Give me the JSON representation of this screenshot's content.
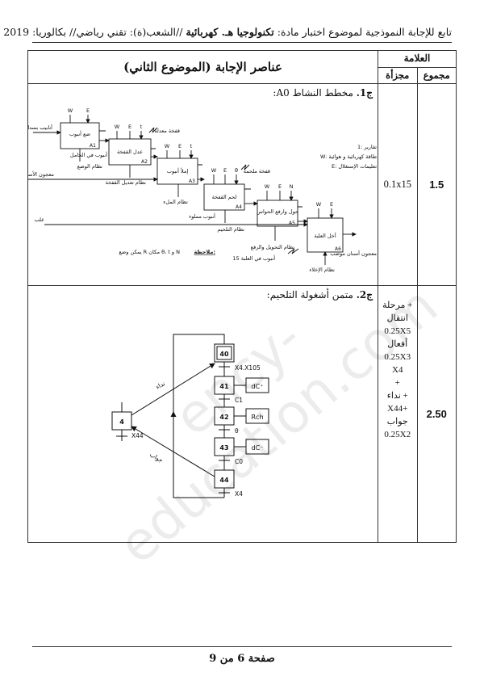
{
  "header": {
    "prefix": "تابع للإجابة النموذجية لموضوع اختبار مادة:",
    "subject": "تكنولوجيا هـ. كهربائية",
    "branch": "//الشعب(ة): تقني رياضي// بكالوريا: 2019"
  },
  "table": {
    "marks_header": "العلامة",
    "col_partial": "مجزأة",
    "col_total": "مجموع",
    "answer_header": "عناصر الإجابة (الموضوع الثاني)"
  },
  "row1": {
    "total": "1.5",
    "partial": "0.1x15",
    "question_num": "ج1.",
    "question_text": "مخطط النشاط A0:",
    "diagram": {
      "blocks": [
        {
          "label": "ضع أنبوب",
          "id": "A1"
        },
        {
          "label": "عدل القفخة",
          "id": "A2"
        },
        {
          "label": "إملأ أنبوب",
          "id": "A3"
        },
        {
          "label": "لحم القفخة",
          "id": "A4"
        },
        {
          "label": "حول وارفع الحواس",
          "id": "A5"
        },
        {
          "label": "أخل العلبة",
          "id": "A6"
        }
      ],
      "controls": [
        "W",
        "E",
        "θ",
        "N",
        "t"
      ],
      "legend": [
        "1: تقارير",
        "W: طاقة كهربائية و هوائية",
        "E: تعليمات الإستغلال"
      ],
      "inputs": [
        "أنابيب بسدادات",
        "معجون الأسنان",
        "علب"
      ],
      "texts": {
        "nizam_wad": "نظام الوضع",
        "anbub_hamil": "أنبوب في الحامل",
        "qafkha_muadala": "قفخة معدلة",
        "nizam_tadil": "نظام تعديل القفخة",
        "nizam_mal": "نظام الملء",
        "anbub_mamlu": "أنبوب مملوء",
        "qafkha_mulahama": "قفخة ملحمة",
        "nizam_talhim": "نظام التلحيم",
        "nizam_tahwil": "نظام التحويل والرفع",
        "anabib_15": "15 أنبوب في العلبة",
        "nizam_ikhla": "نظام الإخلاء",
        "output": "معجون أسنان موضب",
        "note_label": "ملاحظة:",
        "note_text": "يمكن وضع R مكان θ، t و N"
      }
    }
  },
  "row2": {
    "total": "2.50",
    "partial_lines": [
      "مرحلة +",
      "انتقال",
      "0.25X5",
      "أفعال",
      "0.25X3",
      "X4",
      "+",
      "نداء +",
      "X44+",
      "جواب",
      "0.25X2"
    ],
    "question_num": "ج2.",
    "question_text": "متمن أشغولة التلحيم:",
    "grafcet": {
      "steps": [
        "40",
        "41",
        "42",
        "43",
        "44",
        "4"
      ],
      "actions": [
        "dC⁺",
        "Rch",
        "dC⁻"
      ],
      "transitions": [
        "X4.X105",
        "C1",
        "θ",
        "C0",
        "X4",
        "X44"
      ],
      "call": "نداء",
      "answer": "جواب"
    }
  },
  "footer": "صفحة 6 من 9",
  "watermark": "ency-education.com"
}
